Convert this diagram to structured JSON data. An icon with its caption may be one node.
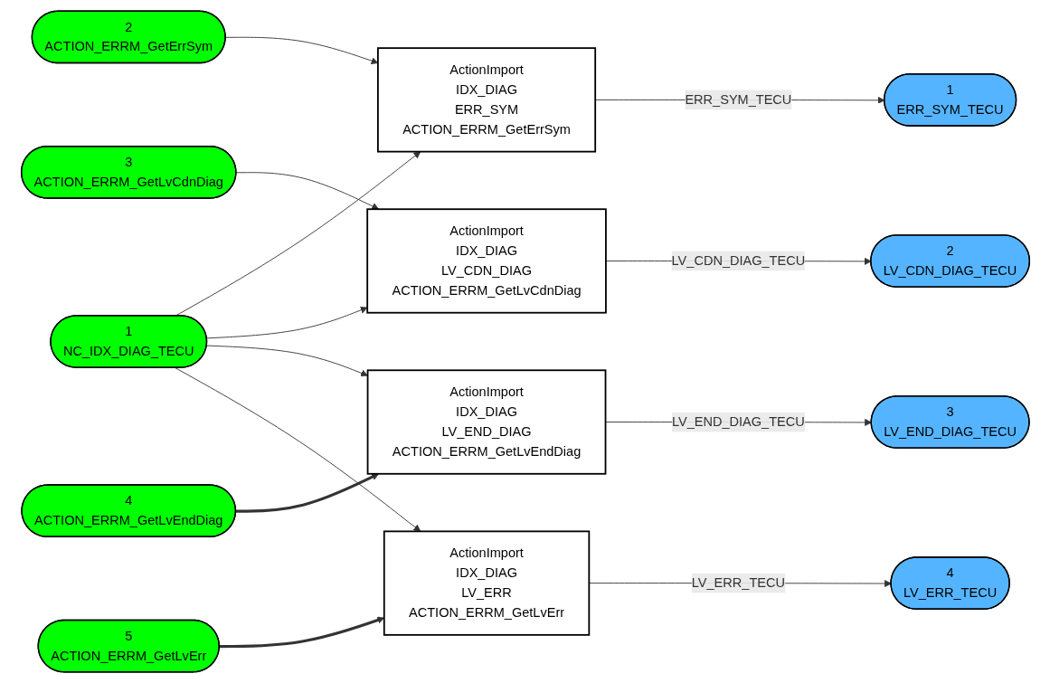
{
  "diagram": {
    "nodes": [
      {
        "text": [
          "2",
          "ACTION_ERRM_GetErrSym"
        ]
      },
      {
        "text": [
          "1",
          "NC_IDX_DIAG_TECU"
        ]
      },
      {
        "text": [
          "3",
          "ACTION_ERRM_GetLvCdnDiag"
        ]
      },
      {
        "text": [
          "4",
          "ACTION_ERRM_GetLvEndDiag"
        ]
      },
      {
        "text": [
          "5",
          "ACTION_ERRM_GetLvErr"
        ]
      },
      {
        "text": [
          "ActionImport",
          "IDX_DIAG",
          "ERR_SYM",
          "ACTION_ERRM_GetErrSym"
        ]
      },
      {
        "text": [
          "ActionImport",
          "IDX_DIAG",
          "LV_CDN_DIAG",
          "ACTION_ERRM_GetLvCdnDiag"
        ]
      },
      {
        "text": [
          "ActionImport",
          "IDX_DIAG",
          "LV_END_DIAG",
          "ACTION_ERRM_GetLvEndDiag"
        ]
      },
      {
        "text": [
          "ActionImport",
          "IDX_DIAG",
          "LV_ERR",
          "ACTION_ERRM_GetLvErr"
        ]
      },
      {
        "text": [
          "1",
          "ERR_SYM_TECU"
        ]
      },
      {
        "text": [
          "2",
          "LV_CDN_DIAG_TECU"
        ]
      },
      {
        "text": [
          "3",
          "LV_END_DIAG_TECU"
        ]
      },
      {
        "text": [
          "4",
          "LV_ERR_TECU"
        ]
      }
    ],
    "edges": [
      {
        "from": 0,
        "to": 5,
        "arrow": "to"
      },
      {
        "from": 1,
        "to": 5,
        "arrow": "to"
      },
      {
        "from": 1,
        "to": 6,
        "arrow": "to"
      },
      {
        "from": 1,
        "to": 7,
        "arrow": "to"
      },
      {
        "from": 1,
        "to": 8,
        "arrow": "to"
      },
      {
        "from": 2,
        "to": 6,
        "arrow": "to"
      },
      {
        "from": 3,
        "to": 7,
        "arrow": "to",
        "style": "thick"
      },
      {
        "from": 4,
        "to": 8,
        "arrow": "to",
        "style": "thick"
      },
      {
        "from": 5,
        "to": 9,
        "arrow": "to",
        "label": "ERR_SYM_TECU"
      },
      {
        "from": 6,
        "to": 10,
        "arrow": "to",
        "label": "LV_CDN_DIAG_TECU"
      },
      {
        "from": 7,
        "to": 11,
        "arrow": "to",
        "label": "LV_END_DIAG_TECU"
      },
      {
        "from": 8,
        "to": 12,
        "arrow": "to",
        "label": "LV_ERR_TECU"
      }
    ]
  }
}
